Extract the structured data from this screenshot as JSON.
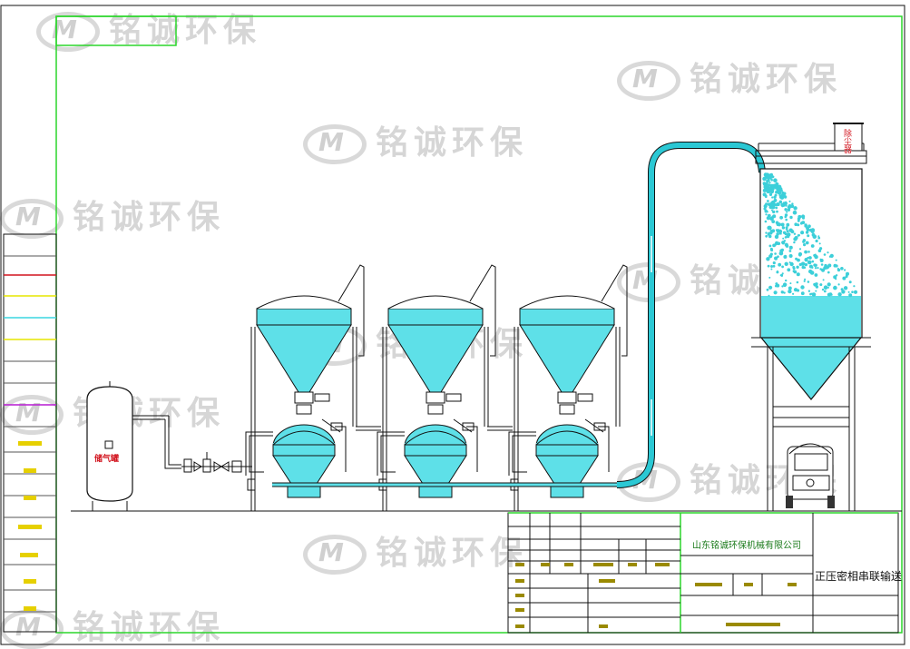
{
  "watermark": {
    "logo_letter": "M",
    "text": "铭诚环保"
  },
  "labels": {
    "air_tank": "储气罐",
    "dust_collector": "除尘器"
  },
  "title_block": {
    "company": "山东铭诚环保机械有限公司",
    "drawing_title": "正压密相串联输送"
  },
  "colors": {
    "outline": "#111111",
    "frame": "#2bd62b",
    "material": "#5ee0e8",
    "material_dark": "#2cc8d4",
    "dust_label": "#d2141e"
  }
}
